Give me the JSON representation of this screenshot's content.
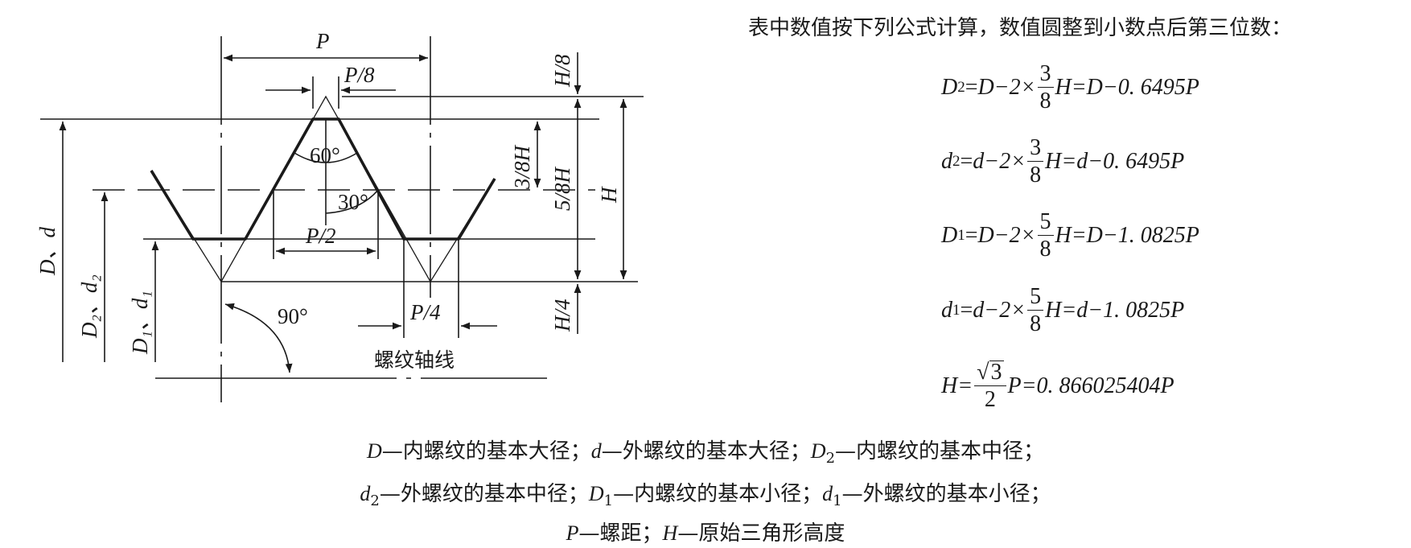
{
  "diagram": {
    "labels": {
      "p_top": "P",
      "p_eighth_top": "P/8",
      "h_eighth": "H/8",
      "three_eighths_h": "3/8H",
      "five_eighths_h": "5/8H",
      "h": "H",
      "h_quarter": "H/4",
      "p_half": "P/2",
      "p_quarter": "P/4",
      "angle_60": "60°",
      "angle_30": "30°",
      "angle_90": "90°",
      "axis": "螺纹轴线",
      "dd": "D、d",
      "d2": "D₂、d₂",
      "d1": "D₁、d₁"
    }
  },
  "intro": "表中数值按下列公式计算，数值圆整到小数点后第三位数：",
  "formulas": {
    "f1": {
      "lhs": "D",
      "sub": "2",
      "mid": "D−2×",
      "num": "3",
      "den": "8",
      "rhs": "H=D−0. 6495P"
    },
    "f2": {
      "lhs": "d",
      "sub": "2",
      "mid": "d−2×",
      "num": "3",
      "den": "8",
      "rhs": "H=d−0. 6495P"
    },
    "f3": {
      "lhs": "D",
      "sub": "1",
      "mid": "D−2×",
      "num": "5",
      "den": "8",
      "rhs": "H=D−1. 0825P"
    },
    "f4": {
      "lhs": "d",
      "sub": "1",
      "mid": "d−2×",
      "num": "5",
      "den": "8",
      "rhs": "H=d−1. 0825P"
    },
    "f5": {
      "lhs": "H=",
      "root": "3",
      "den": "2",
      "rhs": "P=0. 866025404P"
    }
  },
  "legend": {
    "line1": {
      "a_sym": "D",
      "a_txt": "—内螺纹的基本大径；",
      "b_sym": "d",
      "b_txt": "—外螺纹的基本大径；",
      "c_sym": "D",
      "c_sub": "2",
      "c_txt": "—内螺纹的基本中径；"
    },
    "line2": {
      "a_sym": "d",
      "a_sub": "2",
      "a_txt": "—外螺纹的基本中径；",
      "b_sym": "D",
      "b_sub": "1",
      "b_txt": "—内螺纹的基本小径；",
      "c_sym": "d",
      "c_sub": "1",
      "c_txt": "—外螺纹的基本小径；"
    },
    "line3": {
      "a_sym": "P",
      "a_txt": "—螺距；",
      "b_sym": "H",
      "b_txt": "—原始三角形高度"
    }
  }
}
